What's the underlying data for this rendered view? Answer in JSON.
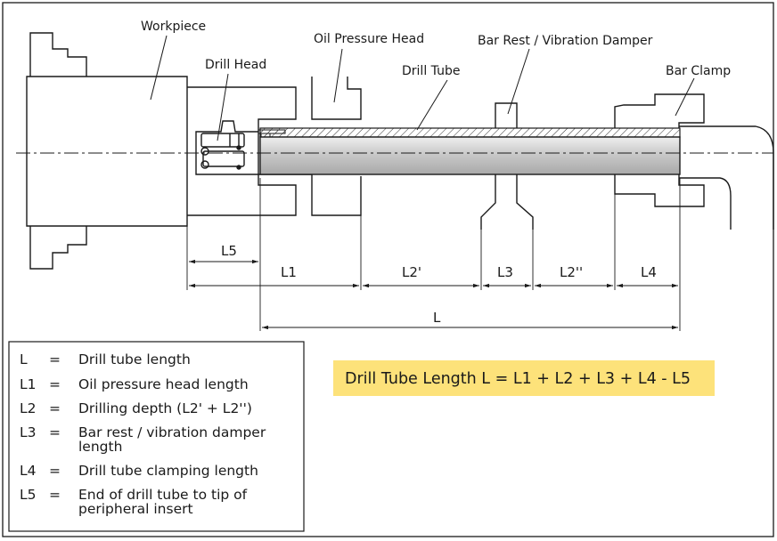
{
  "labels": {
    "workpiece": "Workpiece",
    "drill_head": "Drill Head",
    "oil_pressure_head": "Oil Pressure Head",
    "drill_tube": "Drill Tube",
    "bar_rest": "Bar Rest / Vibration Damper",
    "bar_clamp": "Bar Clamp"
  },
  "dimensions": {
    "L5": "L5",
    "L1": "L1",
    "L2a": "L2'",
    "L3": "L3",
    "L2b": "L2''",
    "L4": "L4",
    "L": "L"
  },
  "legend": [
    {
      "sym": "L",
      "eq": "=",
      "desc": [
        "Drill tube length"
      ]
    },
    {
      "sym": "L1",
      "eq": "=",
      "desc": [
        "Oil pressure head length"
      ]
    },
    {
      "sym": "L2",
      "eq": "=",
      "desc": [
        "Drilling depth (L2' + L2'')"
      ]
    },
    {
      "sym": "L3",
      "eq": "=",
      "desc": [
        "Bar rest / vibration damper",
        "length"
      ]
    },
    {
      "sym": "L4",
      "eq": "=",
      "desc": [
        "Drill tube clamping length"
      ]
    },
    {
      "sym": "L5",
      "eq": "=",
      "desc": [
        "End of drill tube to tip of",
        "peripheral insert"
      ]
    }
  ],
  "formula": "Drill Tube Length L = L1 + L2 + L3 + L4 - L5",
  "colors": {
    "line": "#1a1a1a",
    "formula_bg": "#fde27a",
    "tube_fill": "#d4d4d4"
  }
}
